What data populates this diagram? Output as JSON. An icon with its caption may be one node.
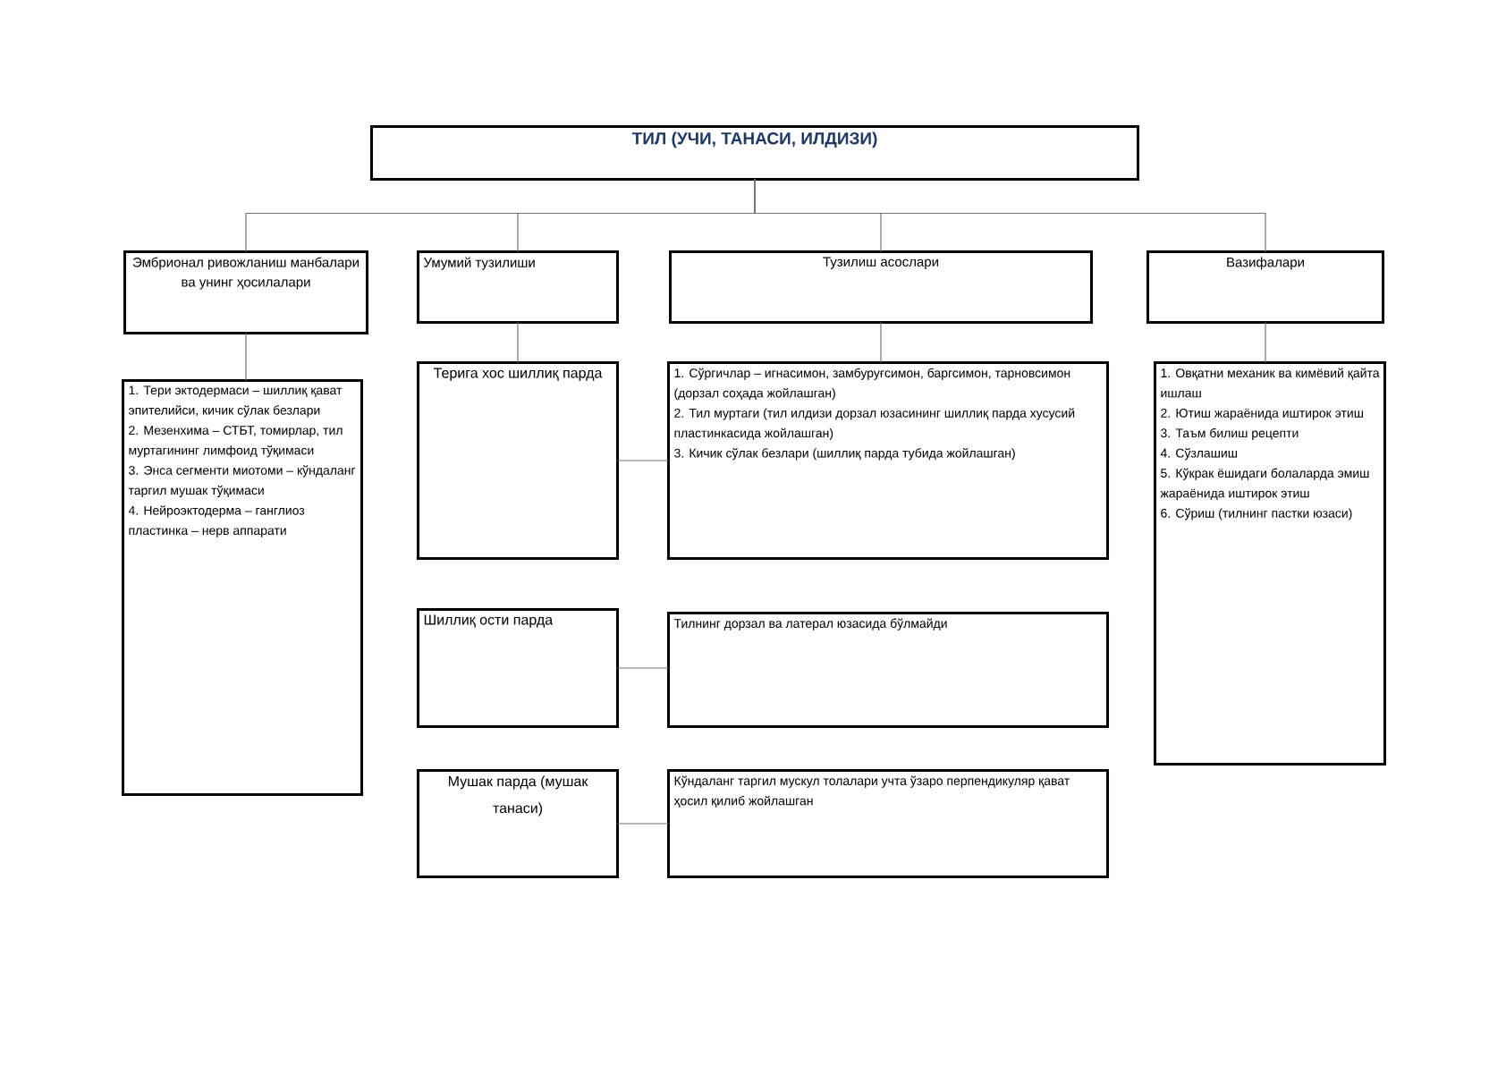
{
  "diagram": {
    "nodes": [
      {
        "text": [
          "ТИЛ (УЧИ, ТАНАСИ, ИЛДИЗИ)"
        ]
      },
      {
        "text": [
          "Эмбрионал ривожланиш манбалари ва унинг ҳосилалари"
        ]
      },
      {
        "text": [
          "Умумий тузилиши"
        ]
      },
      {
        "text": [
          "Тузилиш асослари"
        ]
      },
      {
        "text": [
          "Вазифалари"
        ]
      },
      {
        "text": [
          "1. Тери эктодермаси – шиллиқ қават эпителийси, кичик сўлак безлари",
          "2. Мезенхима – СТБТ, томирлар, тил муртагининг лимфоид тўқимаси",
          "3. Энса сегменти миотоми – кўндаланг таргил мушак тўқимаси",
          "4. Нейроэктодерма – ганглиоз пластинка – нерв аппарати"
        ]
      },
      {
        "text": [
          "Терига хос шиллиқ парда"
        ]
      },
      {
        "text": [
          "Шиллиқ ости парда"
        ]
      },
      {
        "text": [
          "Мушак парда (мушак танаси)"
        ]
      },
      {
        "text": [
          "1. Сўргичлар – игнасимон, замбуруғсимон, баргсимон, тарновсимон (дорзал соҳада жойлашган)",
          "2. Тил муртаги (тил илдизи дорзал юзасининг шиллиқ парда хусусий пластинкасида жойлашган)",
          "3. Кичик сўлак безлари (шиллиқ парда тубида жойлашган)"
        ]
      },
      {
        "text": [
          "Тилнинг дорзал ва латерал юзасида бўлмайди"
        ]
      },
      {
        "text": [
          "Кўндаланг таргил мускул  толалари учта ўзаро перпендикуляр қават ҳосил қилиб жойлашган"
        ]
      },
      {
        "text": [
          "1. Овқатни механик ва кимёвий қайта ишлаш",
          "2. Ютиш жараёнида иштирок этиш",
          "3. Таъм билиш рецепти",
          "4. Сўзлашиш",
          "5. Кўкрак ёшидаги болаларда эмиш жараёнида иштирок этиш",
          "6. Сўриш (тилнинг пастки юзаси)"
        ]
      }
    ],
    "edges": [
      {
        "from": 0,
        "to": 1,
        "arrow": "none"
      },
      {
        "from": 0,
        "to": 2,
        "arrow": "none"
      },
      {
        "from": 0,
        "to": 3,
        "arrow": "none"
      },
      {
        "from": 0,
        "to": 4,
        "arrow": "none"
      },
      {
        "from": 1,
        "to": 5,
        "arrow": "none"
      },
      {
        "from": 2,
        "to": 6,
        "arrow": "none"
      },
      {
        "from": 3,
        "to": 9,
        "arrow": "none"
      },
      {
        "from": 4,
        "to": 12,
        "arrow": "none"
      },
      {
        "from": 6,
        "to": 9,
        "arrow": "none"
      },
      {
        "from": 7,
        "to": 10,
        "arrow": "none"
      },
      {
        "from": 8,
        "to": 11,
        "arrow": "none"
      }
    ]
  }
}
